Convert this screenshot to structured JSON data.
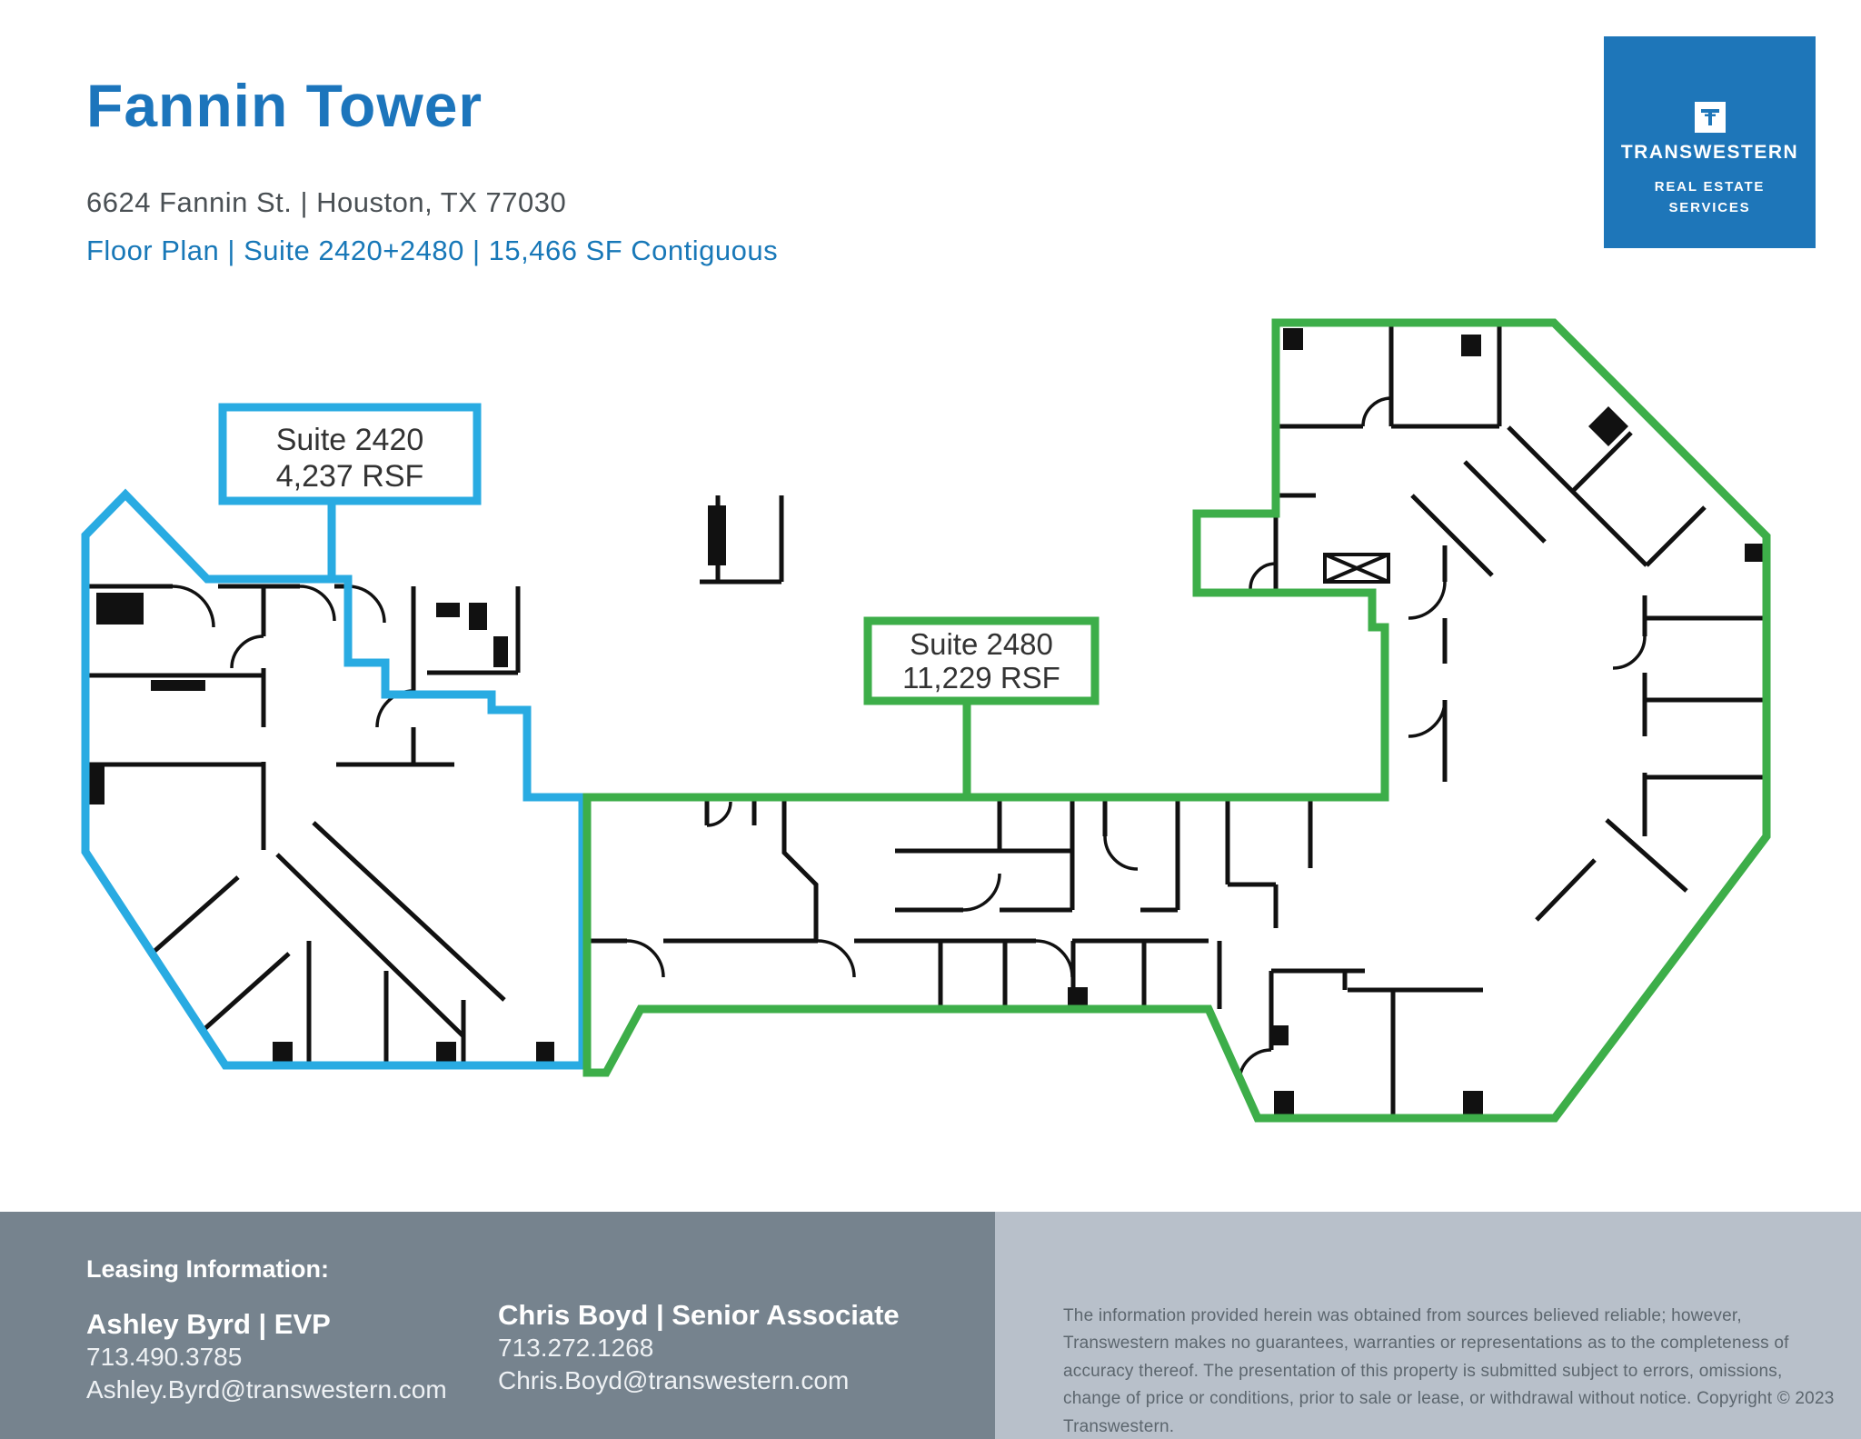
{
  "header": {
    "title": "Fannin Tower",
    "address": "6624 Fannin St. | Houston, TX 77030",
    "subtitle": "Floor Plan | Suite 2420+2480 | 15,466 SF Contiguous"
  },
  "logo": {
    "name": "TRANSWESTERN",
    "tagline_line1": "REAL ESTATE",
    "tagline_line2": "SERVICES"
  },
  "floorplan": {
    "suite2420": {
      "name": "Suite 2420",
      "size": "4,237 RSF",
      "outline_color": "#29ABE2"
    },
    "suite2480": {
      "name": "Suite 2480",
      "size": "11,229 RSF",
      "outline_color": "#3DAE49"
    }
  },
  "footer": {
    "leasing_label": "Leasing Information:",
    "contacts": [
      {
        "name": "Ashley Byrd | EVP",
        "phone": "713.490.3785",
        "email": "Ashley.Byrd@transwestern.com"
      },
      {
        "name": "Chris Boyd | Senior Associate",
        "phone": "713.272.1268",
        "email": "Chris.Boyd@transwestern.com"
      }
    ],
    "disclaimer": "The information provided herein was obtained from sources believed reliable; however, Transwestern makes no guarantees, warranties or representations as to the completeness of accuracy thereof. The presentation of this property is submitted subject to errors, omissions, change of price or conditions, prior to sale or lease, or withdrawal without notice. Copyright © 2023 Transwestern."
  },
  "colors": {
    "title_blue": "#1C75BC",
    "subtitle_blue": "#1878B8",
    "logo_blue": "#1E76B9",
    "suite2420_cyan": "#29ABE2",
    "suite2480_green": "#3DAE49",
    "footer_left_bg": "#76838E",
    "footer_right_bg": "#B8C0CA"
  }
}
